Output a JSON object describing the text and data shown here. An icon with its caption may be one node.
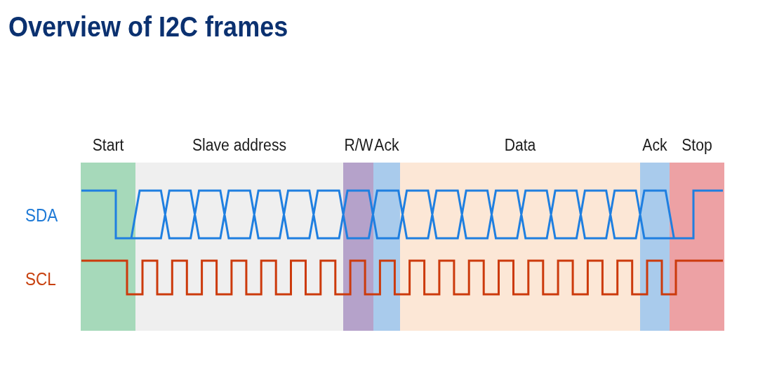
{
  "diagram": {
    "title": "Overview of I2C frames",
    "nodes": [
      {
        "text": [
          "Start"
        ]
      },
      {
        "text": [
          "Slave address"
        ]
      },
      {
        "text": [
          "R/W"
        ]
      },
      {
        "text": [
          "Ack"
        ]
      },
      {
        "text": [
          "Data"
        ]
      },
      {
        "text": [
          "Ack"
        ]
      },
      {
        "text": [
          "Stop"
        ]
      }
    ],
    "labels": [
      "SDA",
      "SCL"
    ]
  }
}
